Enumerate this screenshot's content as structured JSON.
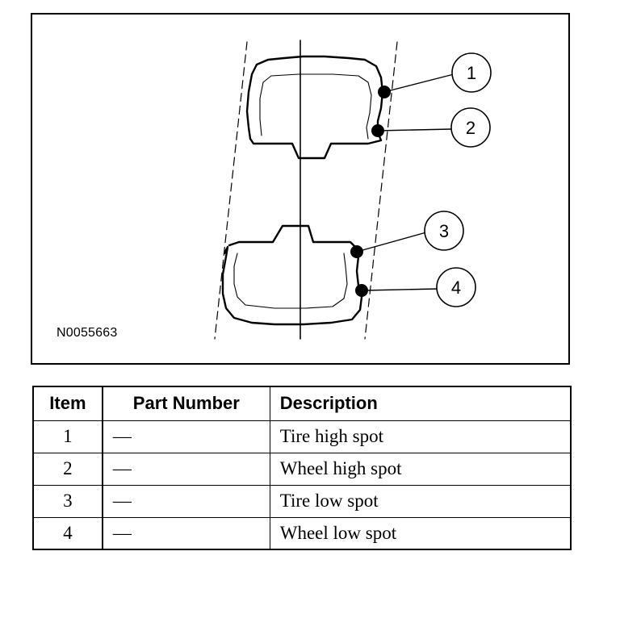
{
  "figure": {
    "id_label": "N0055663",
    "callouts": [
      "1",
      "2",
      "3",
      "4"
    ]
  },
  "table": {
    "headers": [
      "Item",
      "Part Number",
      "Description"
    ],
    "rows": [
      {
        "item": "1",
        "part_number": "—",
        "description": "Tire high spot"
      },
      {
        "item": "2",
        "part_number": "—",
        "description": "Wheel high spot"
      },
      {
        "item": "3",
        "part_number": "—",
        "description": "Tire low spot"
      },
      {
        "item": "4",
        "part_number": "—",
        "description": "Wheel low spot"
      }
    ]
  }
}
